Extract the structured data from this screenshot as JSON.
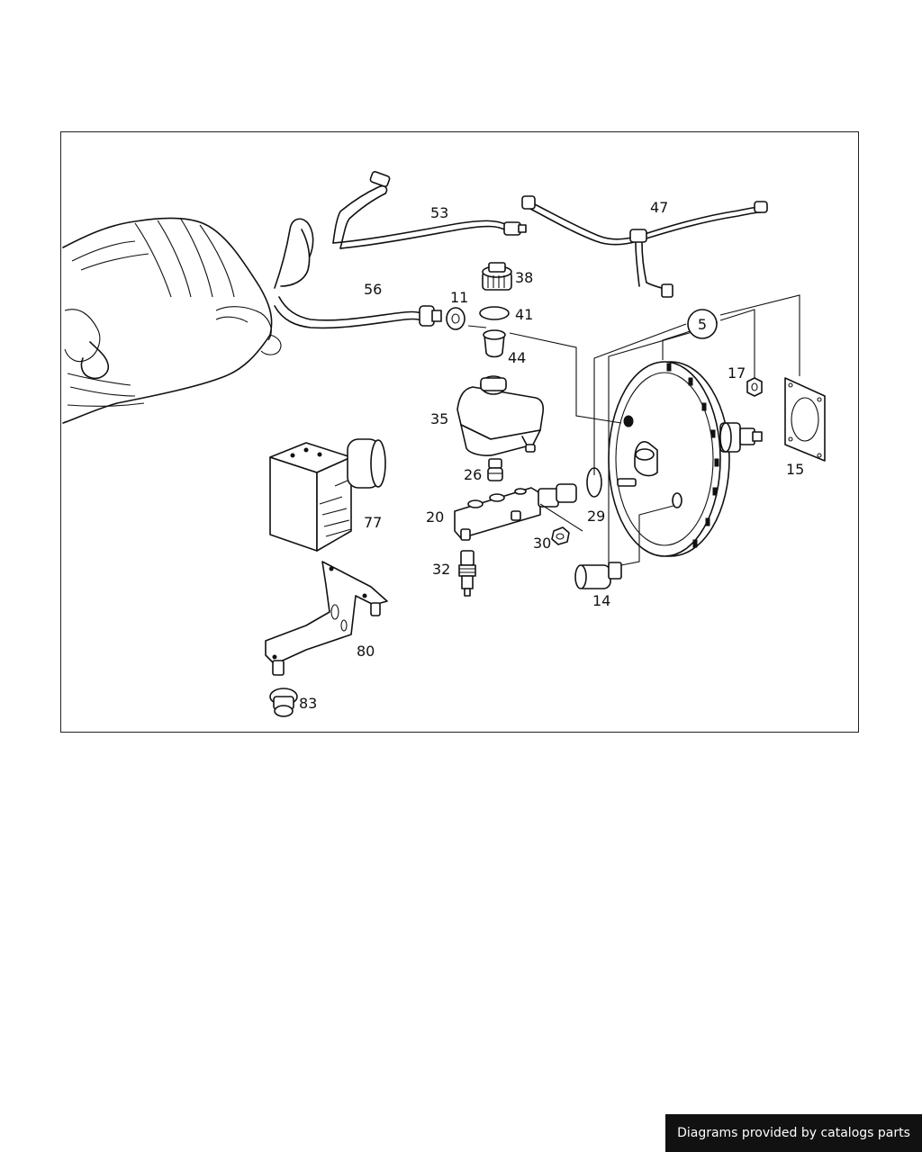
{
  "labels": {
    "p5": "5",
    "p11": "11",
    "p14": "14",
    "p15": "15",
    "p17": "17",
    "p20": "20",
    "p26": "26",
    "p29": "29",
    "p30": "30",
    "p32": "32",
    "p35": "35",
    "p38": "38",
    "p41": "41",
    "p44": "44",
    "p47": "47",
    "p53": "53",
    "p56": "56",
    "p77": "77",
    "p80": "80",
    "p83": "83"
  },
  "footer": {
    "credit": "Diagrams provided by catalogs parts"
  }
}
